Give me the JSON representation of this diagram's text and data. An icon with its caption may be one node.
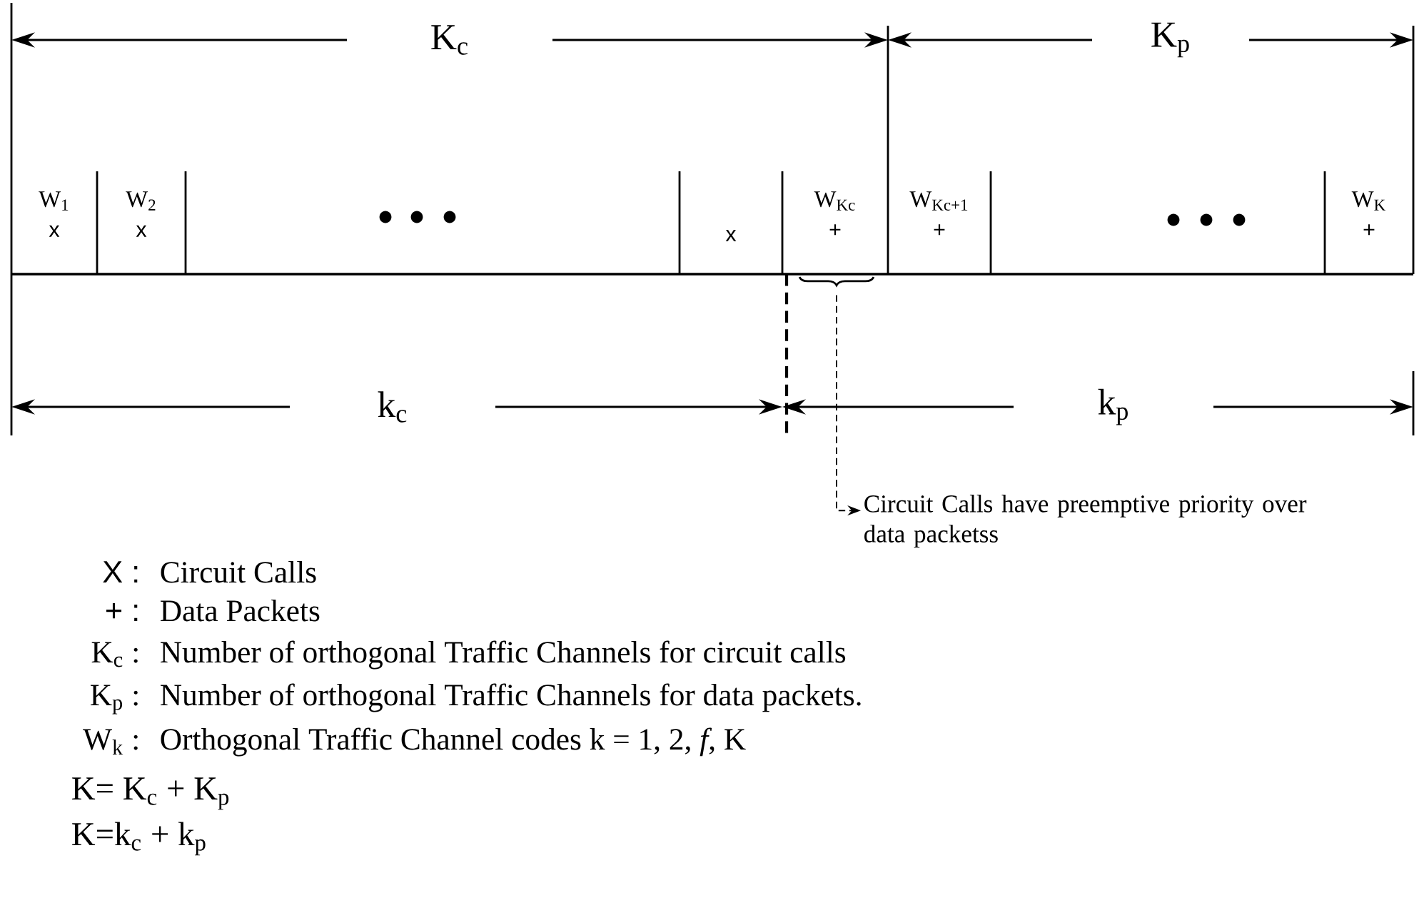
{
  "diagram": {
    "nodes": [
      {
        "text": [
          "W$_{1}$",
          "x"
        ]
      },
      {
        "text": [
          "W$_{2}$",
          "x"
        ]
      },
      {
        "text": [
          "x"
        ]
      },
      {
        "text": [
          "W$_{Kc}$",
          "+"
        ]
      },
      {
        "text": [
          "W$_{Kc+1}$",
          "+"
        ]
      },
      {
        "text": [
          "W$_{K}$",
          "+"
        ]
      },
      {
        "text": [],
        "shape": "brace"
      },
      {
        "text": [
          "Circuit  Calls  have preemptive priority over data packetss"
        ]
      }
    ],
    "edges": [
      {
        "from": 6,
        "to": 7,
        "arrow": "to",
        "style": "dashed"
      }
    ],
    "labels": [
      "K$_{c}$",
      "K$_{p}$",
      "k$_{c}$",
      "k$_{p}$",
      "X :",
      "Circuit Calls",
      "+ :",
      "Data Packets",
      "K$_{c}$ :",
      "Number of orthogonal Traffic Channels for circuit calls",
      "K$_{p}$ :",
      "Number of orthogonal Traffic Channels for data packets.",
      "W$_{k}$ :",
      "Orthogonal Traffic Channel codes   k = 1, 2, *f*,   K",
      "K= K$_{c}$ + K$_{p}$",
      "K=k$_{c}$ + k$_{p}$"
    ]
  }
}
